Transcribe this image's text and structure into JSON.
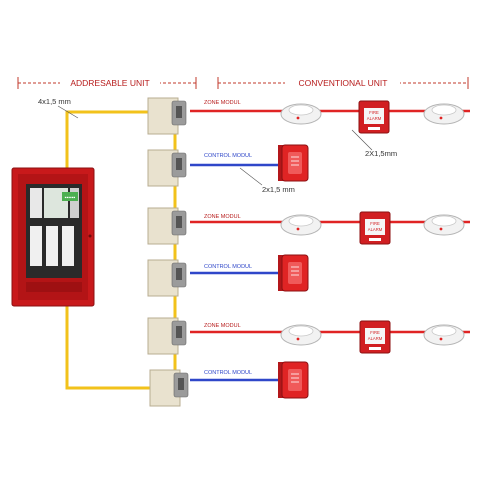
{
  "labels": {
    "addressable_unit": "ADDRESABLE UNIT",
    "conventional_unit": "CONVENTIONAL UNIT",
    "loop_cable": "4x1,5 mm",
    "zone_cable": "2X1,5mm",
    "control_cable": "2x1,5 mm",
    "zone_module": "ZONE MODUL",
    "control_module": "CONTROL MODUL",
    "call_point_top": "FIRE",
    "call_point_bottom": "ALARM",
    "panel_screen": "▪▪▪▪▪▪"
  },
  "module_rows": [
    {
      "type": "zone",
      "label": "ZONE MODUL"
    },
    {
      "type": "control",
      "label": "CONTROL MODUL"
    },
    {
      "type": "zone",
      "label": "ZONE MODUL"
    },
    {
      "type": "control",
      "label": "CONTROL MODUL"
    },
    {
      "type": "zone",
      "label": "ZONE MODUL"
    },
    {
      "type": "control",
      "label": "CONTROL MODUL"
    }
  ],
  "colors": {
    "loop_wire": "#f2c21b",
    "zone_wire": "#e02424",
    "control_wire": "#2f47c9",
    "panel_red": "#c8191b",
    "module_box": "#e9e2cf",
    "dim_line": "#c0392b",
    "heading": "#b71c1c"
  },
  "icons": {
    "panel": "fire-alarm-control-panel-icon",
    "module": "interface-module-icon",
    "smoke": "smoke-detector-icon",
    "call_point": "manual-call-point-icon",
    "sounder": "sounder-icon"
  }
}
